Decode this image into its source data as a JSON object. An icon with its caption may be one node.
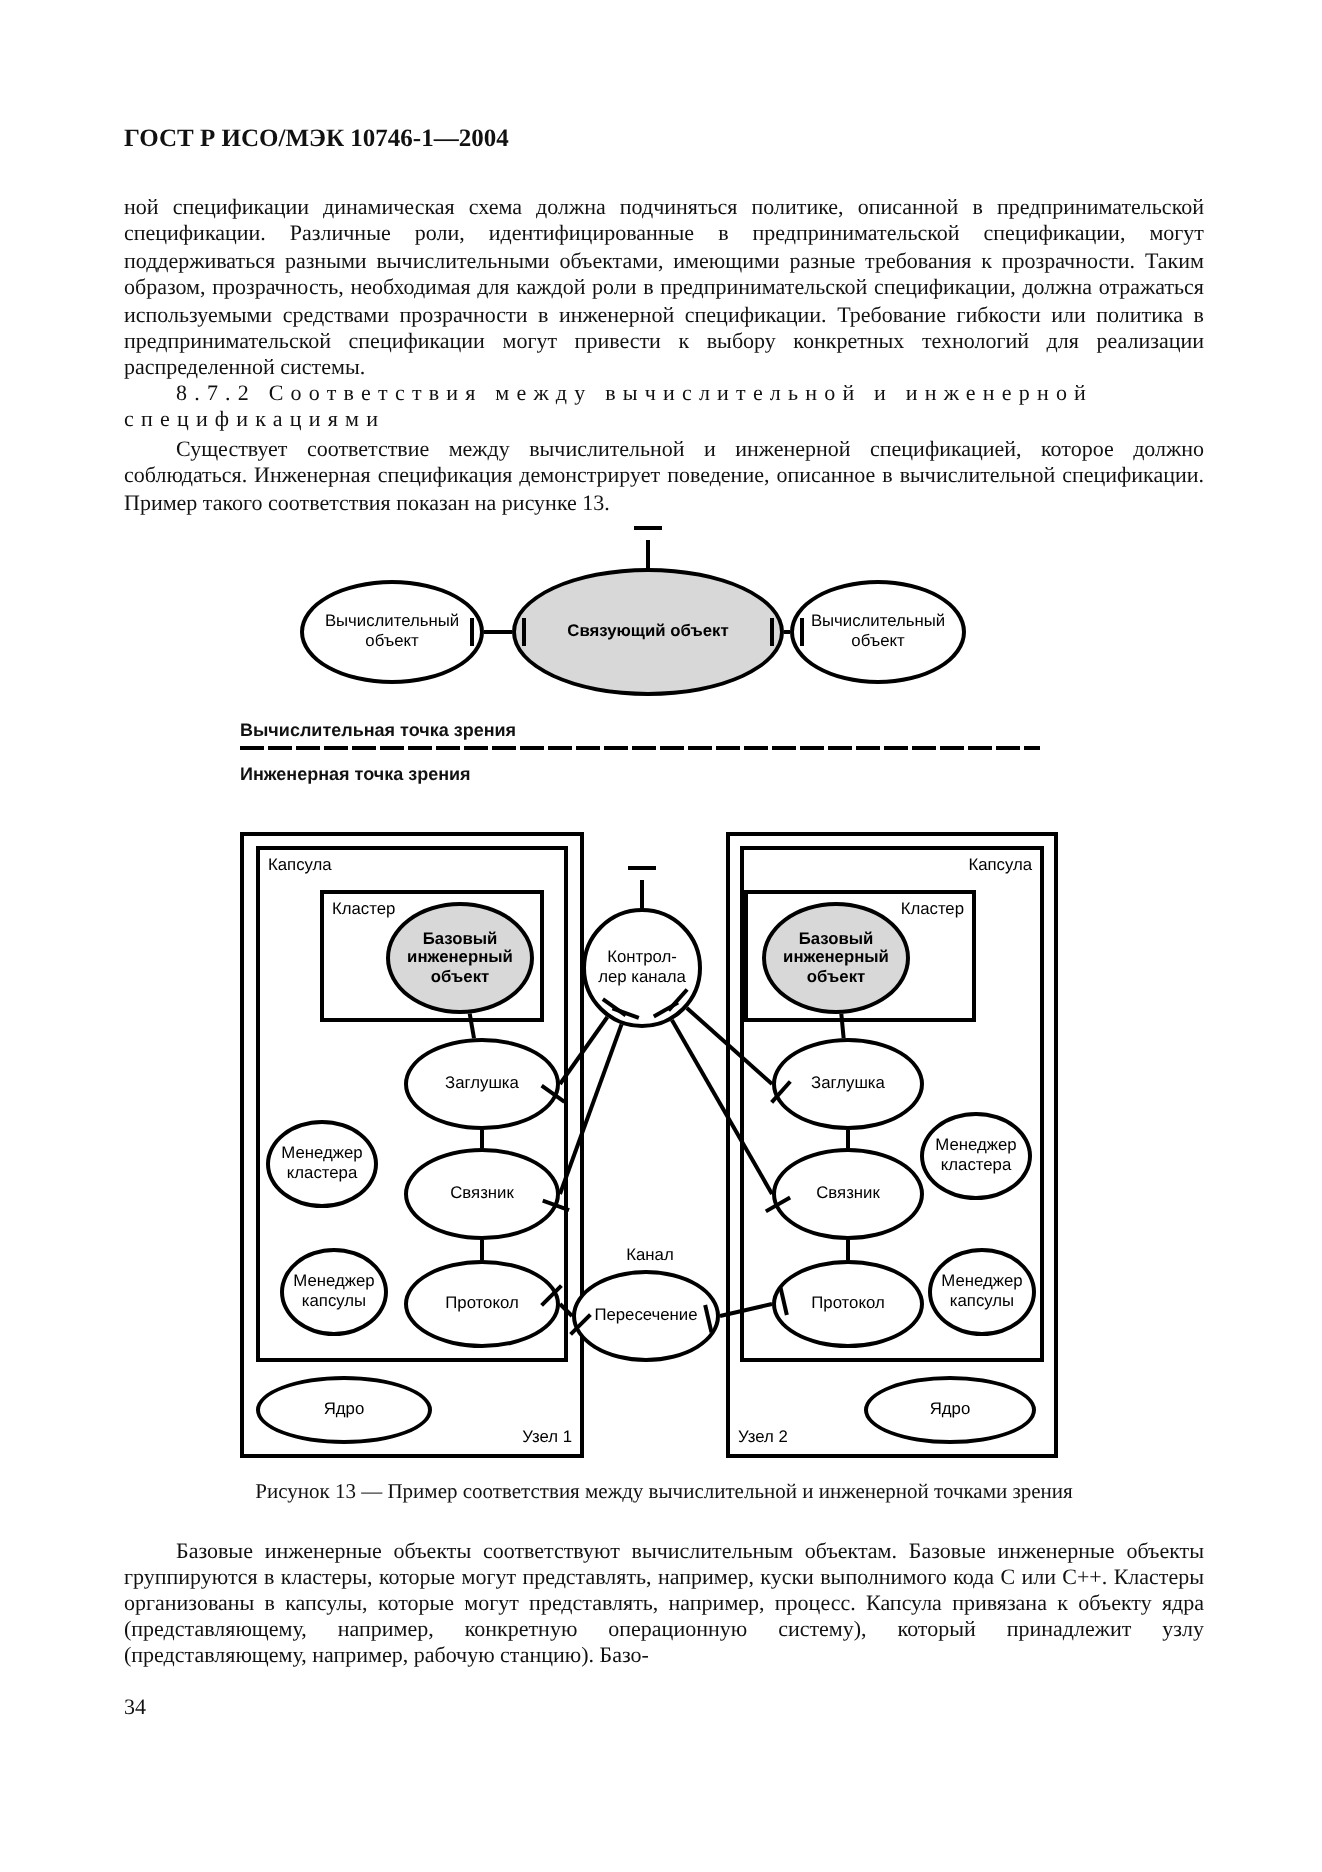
{
  "diagram": {
    "caption": "Рисунок 13 — Пример соответствия между вычислительной и инженерной точками зрения",
    "nodes": [
      {
        "text": [
          "Вычислительный объект"
        ]
      },
      {
        "text": [
          "Связующий объект"
        ]
      },
      {
        "text": [
          "Вычислительный объект"
        ]
      },
      {
        "text": [
          "Узел 1"
        ]
      },
      {
        "text": [
          "Капсула"
        ],
        "in": 3
      },
      {
        "text": [
          "Кластер"
        ],
        "in": 4
      },
      {
        "text": [
          "Базовый инженерный объект"
        ],
        "in": 5
      },
      {
        "text": [
          "Заглушка"
        ],
        "in": 4
      },
      {
        "text": [
          "Менеджер кластера"
        ],
        "in": 4
      },
      {
        "text": [
          "Связник"
        ],
        "in": 4
      },
      {
        "text": [
          "Менеджер капсулы"
        ],
        "in": 4
      },
      {
        "text": [
          "Протокол"
        ],
        "in": 4
      },
      {
        "text": [
          "Ядро"
        ],
        "in": 3
      },
      {
        "text": [
          "Контрол- лер канала"
        ]
      },
      {
        "text": [
          "Пересечение"
        ],
        "beside": [
          "Канал"
        ]
      },
      {
        "text": [
          "Узел 2"
        ]
      },
      {
        "text": [
          "Капсула"
        ],
        "in": 15
      },
      {
        "text": [
          "Кластер"
        ],
        "in": 16
      },
      {
        "text": [
          "Базовый инженерный объект"
        ],
        "in": 17
      },
      {
        "text": [
          "Заглушка"
        ],
        "in": 16
      },
      {
        "text": [
          "Менеджер кластера"
        ],
        "in": 16
      },
      {
        "text": [
          "Связник"
        ],
        "in": 16
      },
      {
        "text": [
          "Менеджер капсулы"
        ],
        "in": 16
      },
      {
        "text": [
          "Протокол"
        ],
        "in": 16
      },
      {
        "text": [
          "Ядро"
        ],
        "in": 15
      }
    ],
    "edges": [
      {
        "from": 0,
        "to": 1,
        "arrow": "other"
      },
      {
        "from": 1,
        "to": 2,
        "arrow": "other"
      },
      {
        "from": null,
        "to": 1,
        "arrow": "other"
      },
      {
        "from": 6,
        "to": 7,
        "arrow": "none"
      },
      {
        "from": 7,
        "to": 9,
        "arrow": "none"
      },
      {
        "from": 9,
        "to": 11,
        "arrow": "none"
      },
      {
        "from": null,
        "to": 13,
        "arrow": "other"
      },
      {
        "from": 7,
        "to": 13,
        "arrow": "other"
      },
      {
        "from": 9,
        "to": 13,
        "arrow": "other"
      },
      {
        "from": 13,
        "to": 19,
        "arrow": "other"
      },
      {
        "from": 13,
        "to": 21,
        "arrow": "other"
      },
      {
        "from": 11,
        "to": 14,
        "arrow": "other"
      },
      {
        "from": 14,
        "to": 23,
        "arrow": "other"
      },
      {
        "from": 18,
        "to": 19,
        "arrow": "none"
      },
      {
        "from": 19,
        "to": 21,
        "arrow": "none"
      },
      {
        "from": 21,
        "to": 23,
        "arrow": "none"
      }
    ],
    "labels": [
      "ГОСТ Р ИСО/МЭК 10746-1—2004",
      "ной спецификации динамическая схема должна подчиняться политике, описанной в предпринимательской спецификации. Различные роли, идентифицированные в предпринимательской спецификации, могут поддерживаться разными вычислительными объектами, имеющими разные требования к прозрачности. Таким образом, прозрачность, необходимая для каждой роли в предпринимательской спецификации, должна отражаться используемыми средствами прозрачности в инженерной спецификации. Требование гибкости или политика в предпринимательской спецификации могут привести к выбору конкретных технологий для реализации распределенной системы.",
      "8.7.2 Соответствия между вычислительной и инженерной спецификациями",
      "Существует соответствие между вычислительной и инженерной спецификацией, которое должно соблюдаться. Инженерная спецификация демонстрирует поведение, описанное в вычислительной спецификации. Пример такого соответствия показан на рисунке 13.",
      "Вычислительная точка зрения",
      "Инженерная точка зрения",
      "Базовые инженерные объекты соответствуют вычислительным объектам. Базовые инженерные объекты группируются в кластеры, которые могут представлять, например, куски выполнимого кода C или C++. Кластеры организованы в капсулы, которые могут представлять, например, процесс. Капсула привязана к объекту ядра (представляющему, например, конкретную операционную систему), который принадлежит узлу (представляющему, например, рабочую станцию). Базо-",
      "34"
    ]
  }
}
